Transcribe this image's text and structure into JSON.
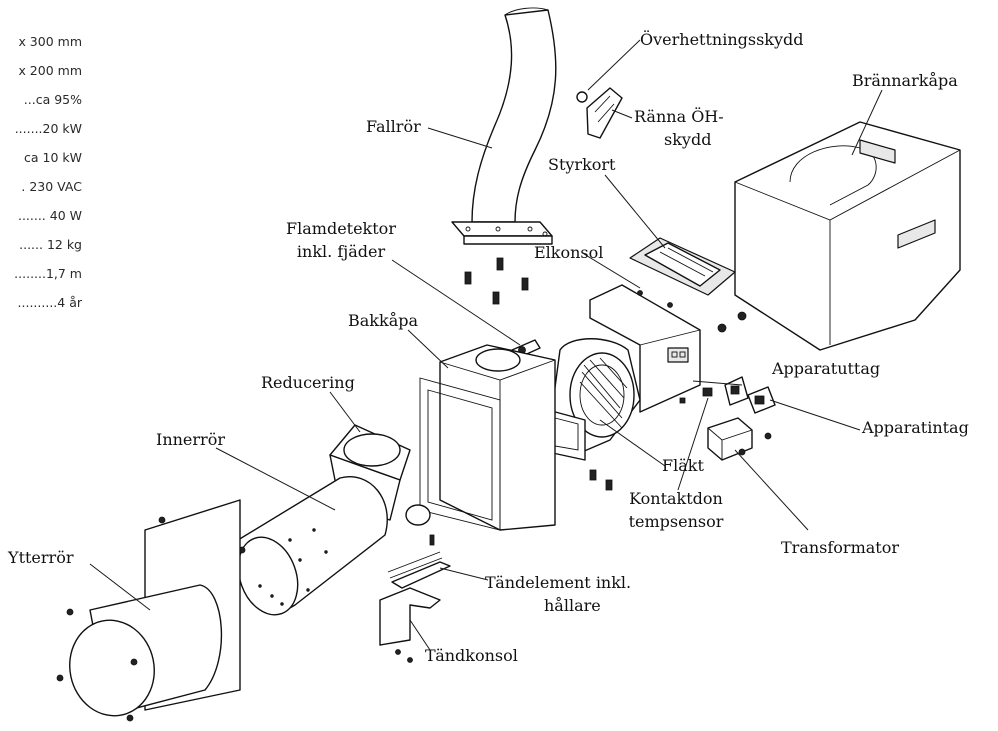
{
  "specs": [
    "x 300 mm",
    "x 200 mm",
    "...ca 95%",
    ".......20 kW",
    "ca 10 kW",
    ". 230 VAC",
    "....... 40 W",
    "...... 12 kg",
    "........1,7 m",
    "..........4 år"
  ],
  "labels": {
    "overhettningsskydd": "Överhettningsskydd",
    "ranna_l1": "Ränna ÖH-",
    "ranna_l2": "skydd",
    "brannarkapa": "Brännarkåpa",
    "fallror": "Fallrör",
    "styrkort": "Styrkort",
    "flamdetektor_l1": "Flamdetektor",
    "flamdetektor_l2": "inkl. fjäder",
    "elkonsol": "Elkonsol",
    "bakkapa": "Bakkåpa",
    "reducering": "Reducering",
    "apparatuttag": "Apparatuttag",
    "apparatintag": "Apparatintag",
    "innerror": "Innerrör",
    "flakt": "Fläkt",
    "kontaktdon_l1": "Kontaktdon",
    "kontaktdon_l2": "tempsensor",
    "transformator": "Transformator",
    "ytterror": "Ytterrör",
    "tandelement_l1": "Tändelement inkl.",
    "tandelement_l2": "hållare",
    "tandkonsol": "Tändkonsol"
  },
  "colors": {
    "line": "#111111",
    "background": "#ffffff"
  }
}
